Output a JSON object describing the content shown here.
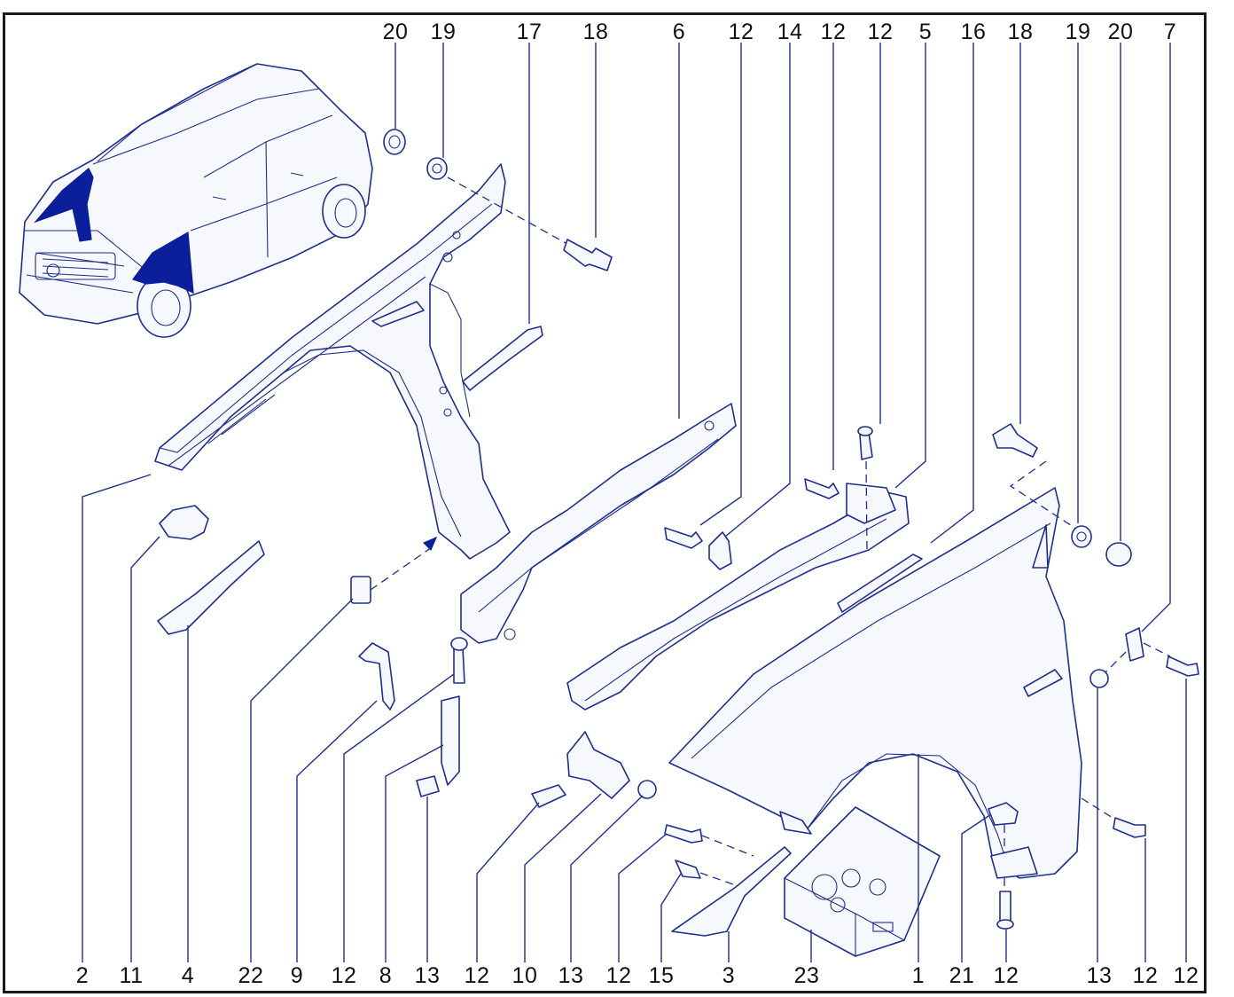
{
  "diagram": {
    "top_labels": [
      "20",
      "19",
      "17",
      "18",
      "6",
      "12",
      "14",
      "12",
      "12",
      "5",
      "16",
      "18",
      "19",
      "20",
      "7"
    ],
    "bottom_labels": [
      "2",
      "11",
      "4",
      "22",
      "9",
      "12",
      "8",
      "13",
      "12",
      "10",
      "13",
      "12",
      "15",
      "3",
      "23",
      "1",
      "21",
      "12",
      "13",
      "12",
      "12"
    ],
    "colors": {
      "line": "#1e2f8c",
      "highlight": "#0b1f9a",
      "text": "#111111",
      "border": "#1a1a1a"
    }
  }
}
